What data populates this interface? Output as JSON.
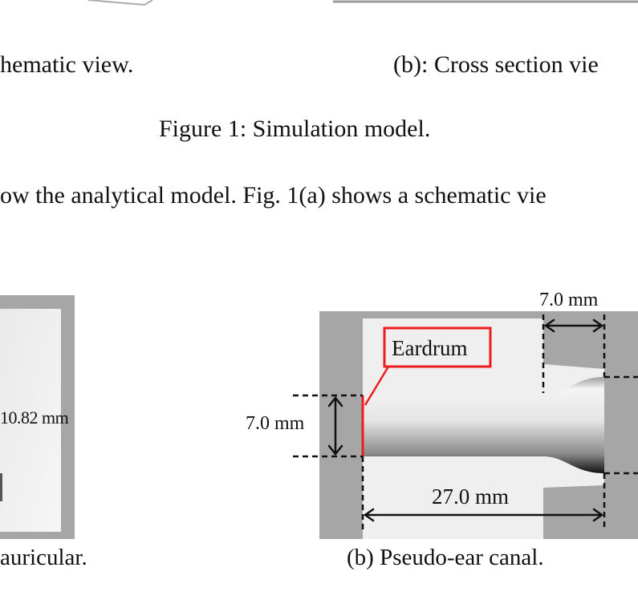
{
  "top_captions": {
    "a_fragment": "hematic view.",
    "b": "(b): Cross section vie"
  },
  "figure1_caption": "Figure 1: Simulation model.",
  "body_text_fragment": "ow the analytical model. Fig. 1(a) shows a schematic vie",
  "figure2": {
    "left_panel": {
      "dimension_label": "10.82 mm",
      "caption_fragment": "auricular."
    },
    "right_panel": {
      "eardrum_label": "Eardrum",
      "diameter_label": "7.0 mm",
      "flare_length_label": "7.0 mm",
      "canal_length_label": "27.0 mm",
      "caption": "(b) Pseudo-ear canal."
    }
  },
  "colors": {
    "gray": "#a6a6a6",
    "light": "#efefef",
    "red": "#ee1c1c"
  }
}
